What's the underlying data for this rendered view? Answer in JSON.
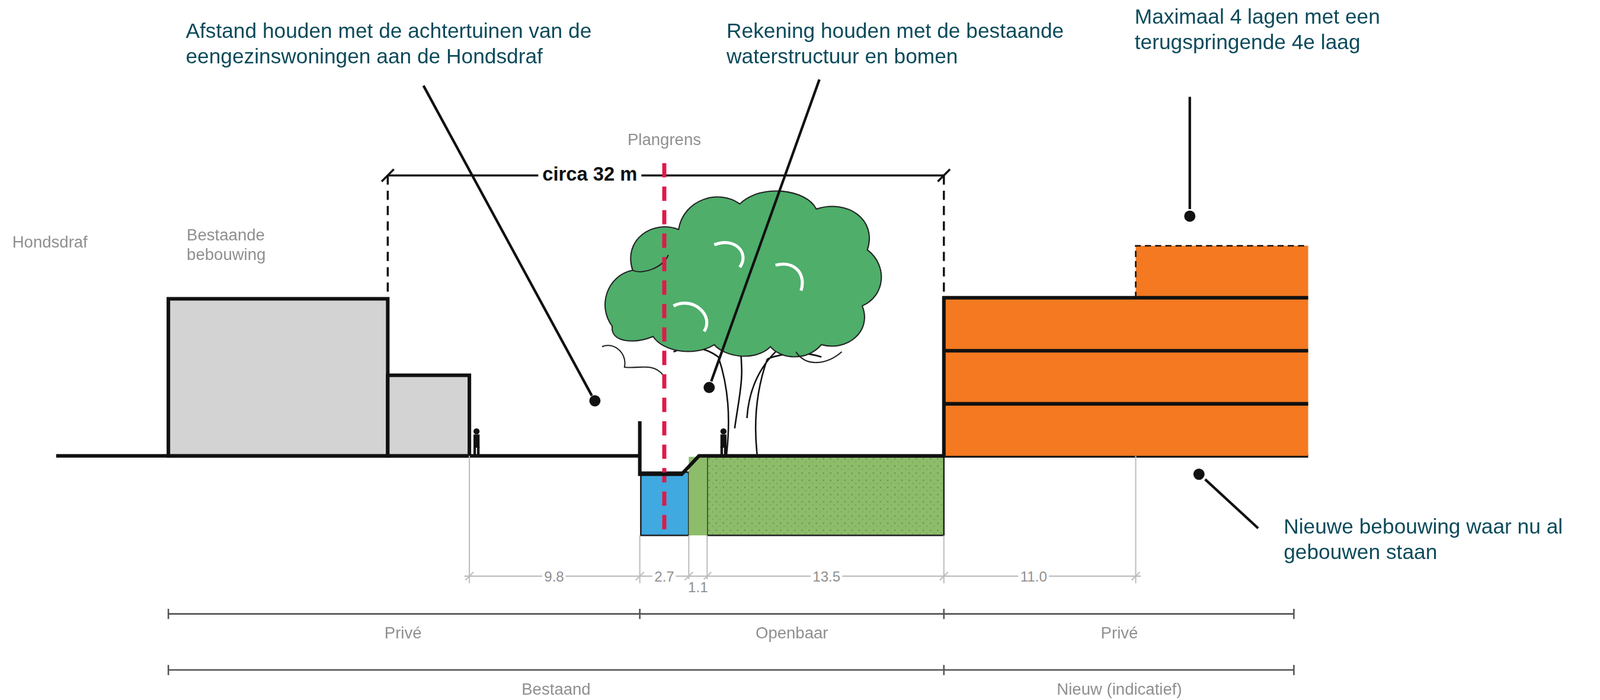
{
  "diagram": {
    "labels": [
      "Afstand houden met de achtertuinen van de eengezinswoningen aan de Hondsdraf",
      "Rekening houden met de bestaande waterstructuur en bomen",
      "Maximaal 4 lagen met een terugspringende 4e laag",
      "Plangrens",
      "circa 32 m",
      "Hondsdraf",
      "Bestaande bebouwing",
      "Nieuwe bebouwing waar nu al gebouwen staan",
      "9.8",
      "2.7",
      "1.1",
      "13.5",
      "11.0",
      "Privé",
      "Openbaar",
      "Privé",
      "Bestaand",
      "Nieuw (indicatief)"
    ]
  }
}
